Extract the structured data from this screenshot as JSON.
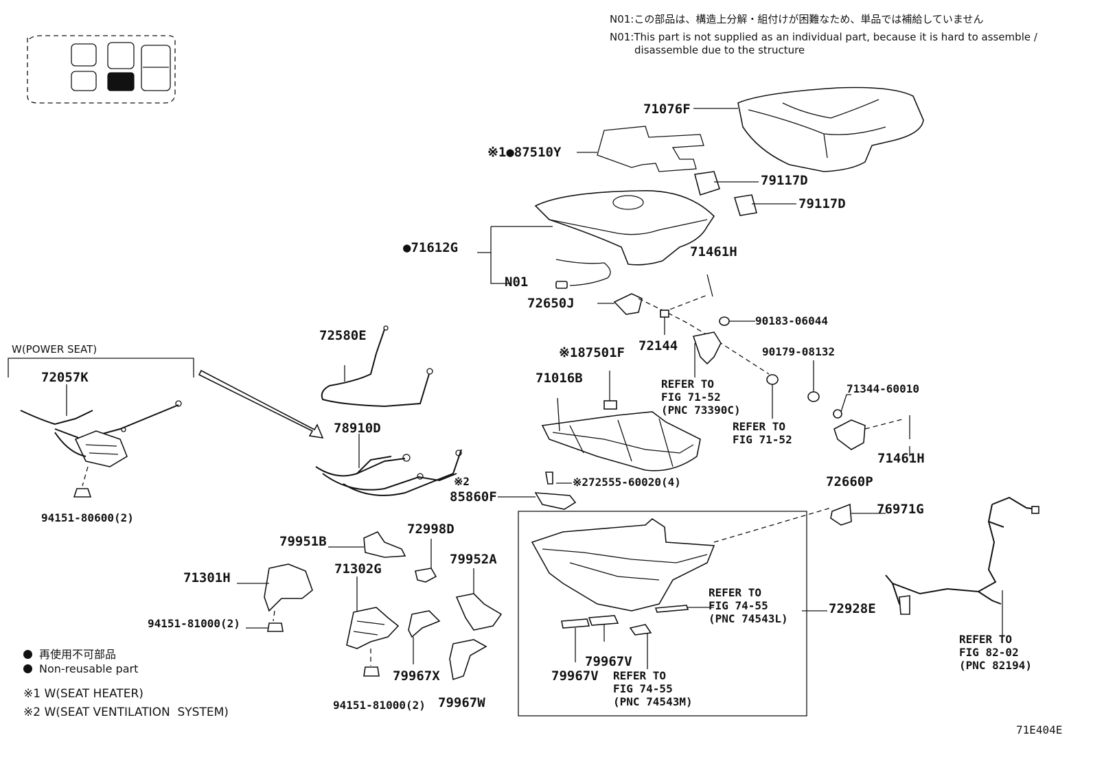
{
  "header_notes": {
    "n01_jp": "N01:この部品は、構造上分解・組付けが困難なため、単品では補給していません",
    "n01_en_1": "N01:This part is not supplied as an individual part, because it is hard to assemble /",
    "n01_en_2": "disassemble due to the structure"
  },
  "group_label": "W(POWER SEAT)",
  "parts": {
    "p71076F": "71076F",
    "p87510Y": "※1●87510Y",
    "p79117D_a": "79117D",
    "p79117D_b": "79117D",
    "p71612G": "●71612G",
    "pN01": "N01",
    "p71461H_a": "71461H",
    "p72650J": "72650J",
    "p90183": "90183-06044",
    "p72144": "72144",
    "p90179": "90179-08132",
    "p71344": "71344-60010",
    "p87501F": "※187501F",
    "p71016B": "71016B",
    "p72580E": "72580E",
    "p72057K": "72057K",
    "p78910D": "78910D",
    "p71461H_b": "71461H",
    "p72660P": "72660P",
    "p72555": "※272555-60020(4)",
    "p85860F_mark": "※2",
    "p85860F": "85860F",
    "p76971G": "76971G",
    "p94151_80600": "94151-80600(2)",
    "p79951B": "79951B",
    "p72998D": "72998D",
    "p71301H": "71301H",
    "p71302G": "71302G",
    "p79952A": "79952A",
    "p72928E": "72928E",
    "p94151_81000_a": "94151-81000(2)",
    "p94151_81000_b": "94151-81000(2)",
    "p79967X": "79967X",
    "p79967W": "79967W",
    "p79967V_a": "79967V",
    "p79967V_b": "79967V"
  },
  "refs": {
    "r1": "REFER TO\nFIG 71-52\n(PNC 73390C)",
    "r2": "REFER TO\nFIG 71-52",
    "r3": "REFER TO\nFIG 74-55\n(PNC 74543L)",
    "r4": "REFER TO\nFIG 74-55\n(PNC 74543M)",
    "r5": "REFER TO\nFIG 82-02\n(PNC 82194)"
  },
  "legend": {
    "nonreuse_jp": "再使用不可部品",
    "nonreuse_en": "Non-reusable part",
    "note1": "※1 W(SEAT HEATER)",
    "note2": "※2 W(SEAT VENTILATION  SYSTEM)"
  },
  "figure_code": "71E404E"
}
